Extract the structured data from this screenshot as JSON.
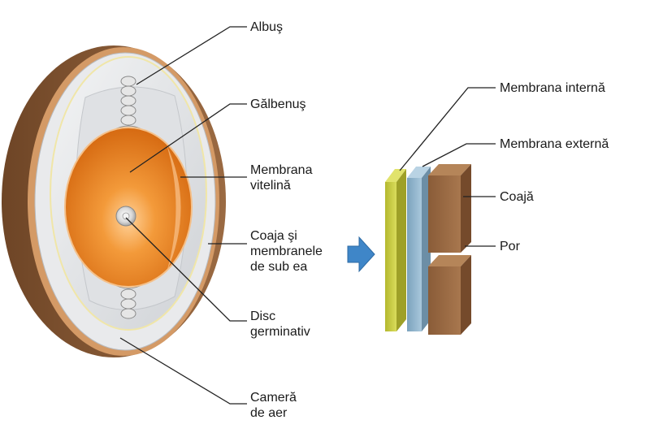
{
  "labels": {
    "albus": "Albuş",
    "galbenus": "Gălbenuş",
    "membrana_vitelina": [
      "Membrana",
      "vitelină"
    ],
    "coaja_membrane": [
      "Coaja şi",
      "membranele",
      "de sub ea"
    ],
    "disc_germinativ": [
      "Disc",
      "germinativ"
    ],
    "camera_aer": [
      "Cameră",
      "de aer"
    ],
    "membrana_interna": "Membrana internă",
    "membrana_externa": "Membrana externă",
    "coaja": "Coajă",
    "por": "Por"
  },
  "colors": {
    "shell": "#8a5a34",
    "shell_inner": "#d49a66",
    "albumen": "#e4e5e7",
    "yolk": "#e8761a",
    "inner_membrane": "#c9cd45",
    "outer_membrane": "#8fb4cc",
    "shell_block": "#9a6a44",
    "arrow": "#3f86c8"
  }
}
